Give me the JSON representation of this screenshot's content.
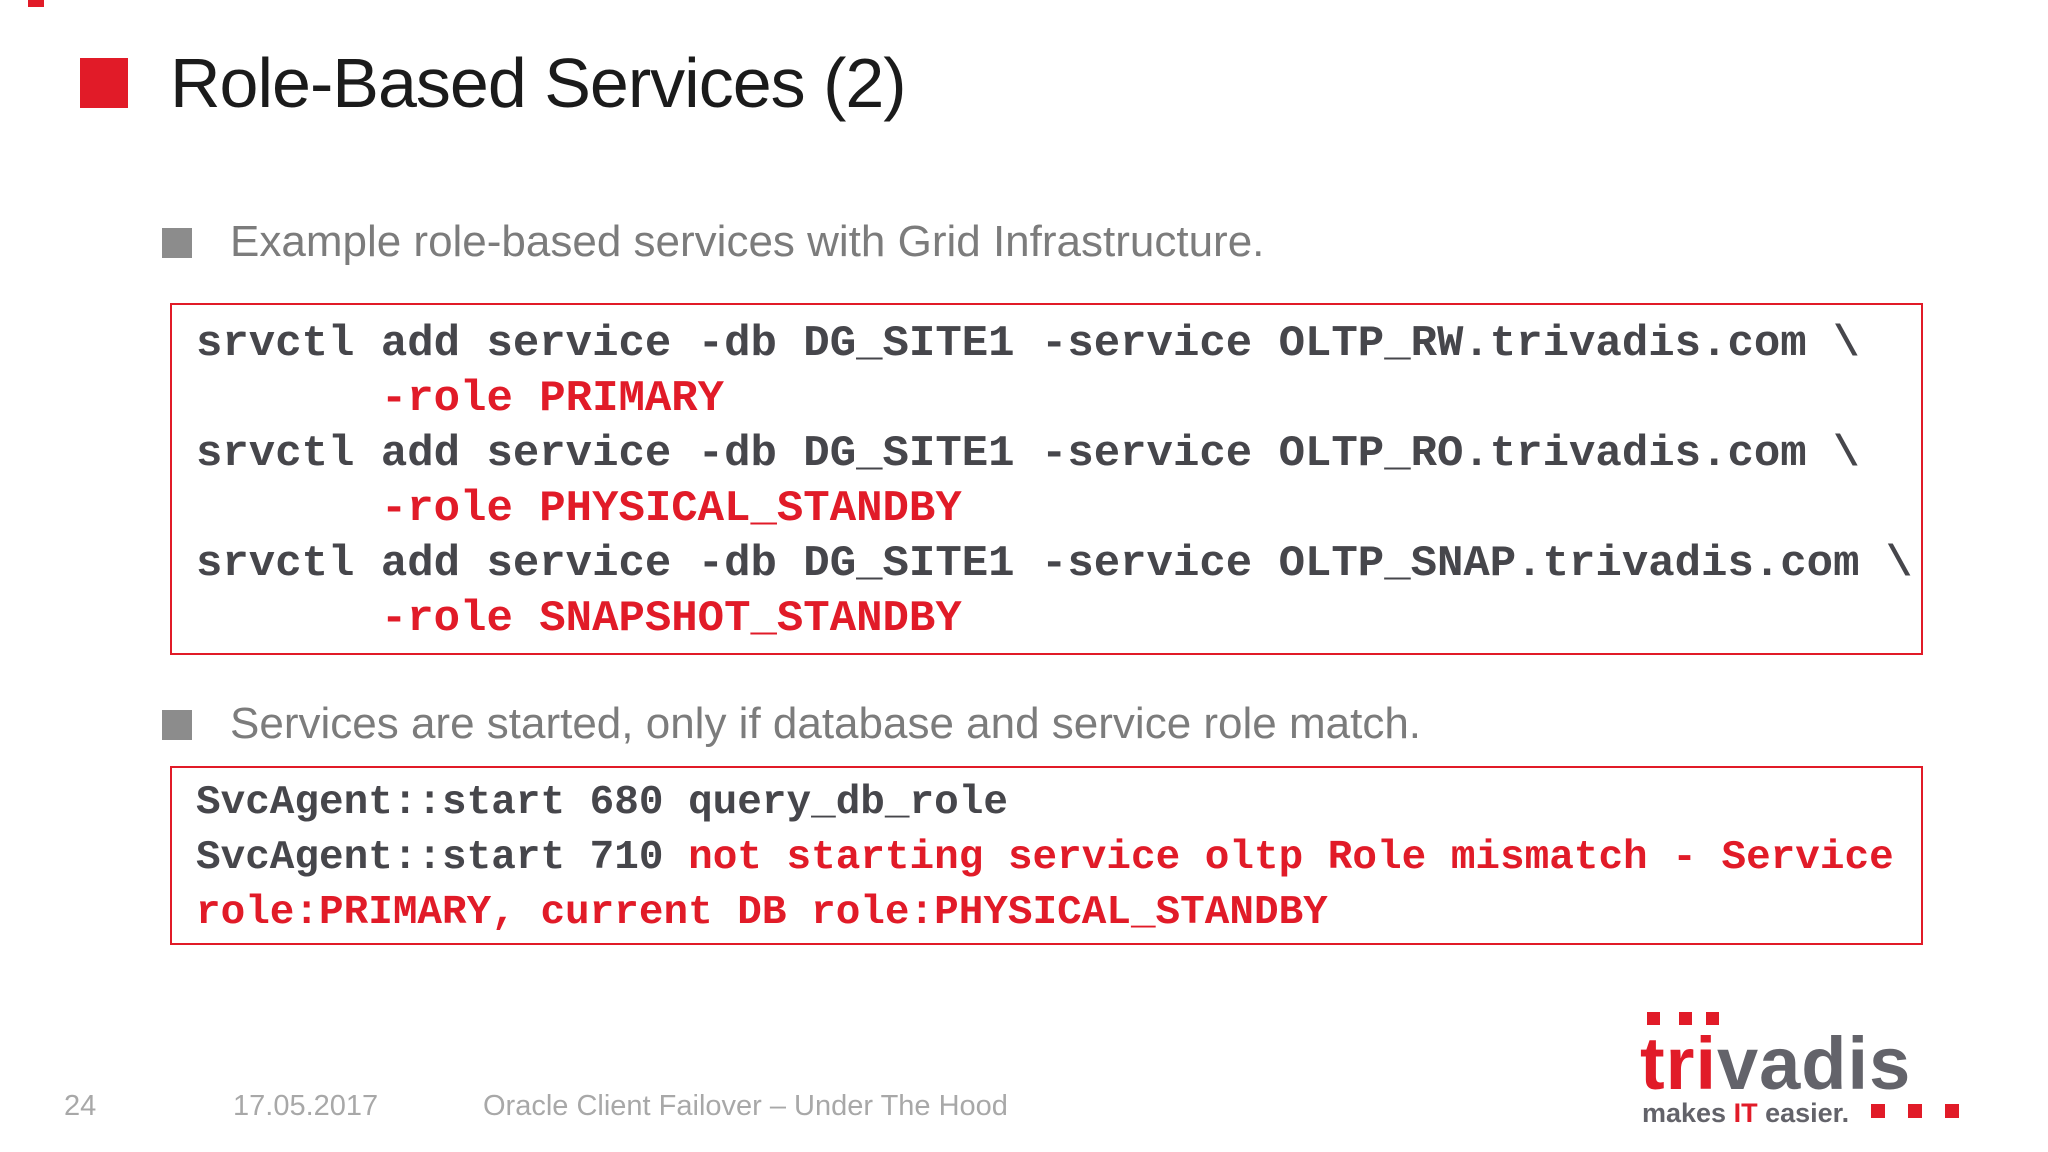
{
  "title": {
    "text": "Role-Based Services (2)"
  },
  "bullets": {
    "b1": "Example role-based services with Grid Infrastructure.",
    "b2": "Services are started, only if database and service role match."
  },
  "code_box1": {
    "l1": "srvctl add service -db DG_SITE1 -service OLTP_RW.trivadis.com \\",
    "l2": "       -role PRIMARY",
    "l3": "srvctl add service -db DG_SITE1 -service OLTP_RO.trivadis.com \\",
    "l4": "       -role PHYSICAL_STANDBY",
    "l5": "srvctl add service -db DG_SITE1 -service OLTP_SNAP.trivadis.com \\",
    "l6": "       -role SNAPSHOT_STANDBY"
  },
  "code_box2": {
    "l1": "SvcAgent::start 680 query_db_role",
    "l2_dark": "SvcAgent::start 710 ",
    "l2_red": "not starting service oltp Role mismatch - Service",
    "l3_red": "role:PRIMARY, current DB role:PHYSICAL_STANDBY"
  },
  "footer": {
    "page": "24",
    "date": "17.05.2017",
    "deck_title": "Oracle Client Failover – Under The Hood"
  },
  "logo": {
    "brand_red": "tri",
    "brand_gray": "vadis",
    "tagline_makes": "makes ",
    "tagline_it": "IT",
    "tagline_easier": " easier."
  },
  "colors": {
    "brand_red": "#e11b28",
    "code_dark": "#46464b",
    "bullet_text_gray": "#7c7c7c",
    "bullet_square_gray": "#8c8c8c",
    "footer_gray": "#a8a8a8",
    "logo_gray": "#63636a",
    "title_black": "#1b1b1b"
  }
}
